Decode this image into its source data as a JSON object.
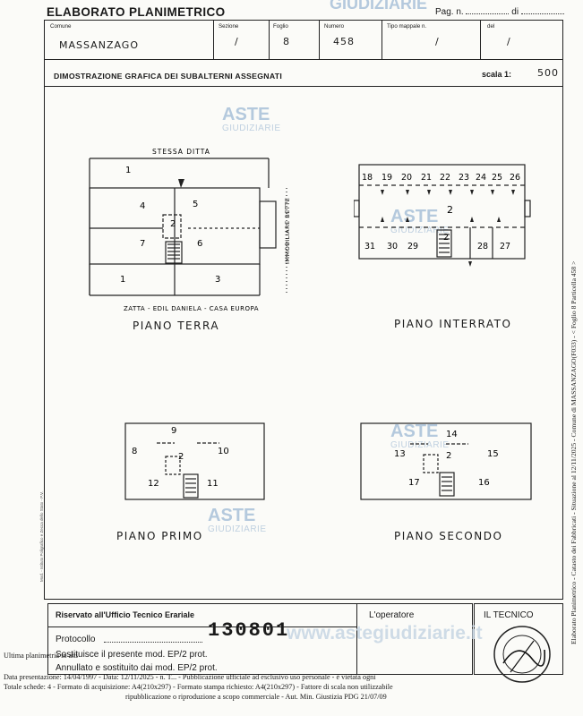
{
  "header": {
    "title": "ELABORATO PLANIMETRICO",
    "pag_label": "Pag. n.",
    "di_label": "di"
  },
  "fields": {
    "comune_label": "Comune",
    "comune_value": "MASSANZAGO",
    "sezione_label": "Sezione",
    "sezione_value": "/",
    "foglio_label": "Foglio",
    "foglio_value": "8",
    "numero_label": "Numero",
    "numero_value": "458",
    "tipo_label": "Tipo mappale n.",
    "tipo_value": "/",
    "del_label": "del",
    "del_value": "/"
  },
  "section": {
    "title": "DIMOSTRAZIONE GRAFICA DEI SUBALTERNI ASSEGNATI",
    "scala_label": "scala 1:",
    "scala_value": "500"
  },
  "watermark": {
    "main": "ASTE",
    "sub": "GIUDIZIARIE"
  },
  "plans": {
    "terra": {
      "label": "PIANO TERRA",
      "top_text": "STESSA DITTA",
      "bottom_text": "ZATTA - EDIL DANIELA - CASA EUROPA",
      "side_text": "IMMOBILIARE BETTE",
      "subs": [
        "1",
        "4",
        "5",
        "2",
        "7",
        "6",
        "1",
        "3"
      ]
    },
    "interrato": {
      "label": "PIANO INTERRATO",
      "top_subs": [
        "18",
        "19",
        "20",
        "21",
        "22",
        "23",
        "24",
        "25",
        "26"
      ],
      "center_sub": "2",
      "bottom_subs": [
        "31",
        "30",
        "29",
        "2",
        "28",
        "27"
      ]
    },
    "primo": {
      "label": "PIANO PRIMO",
      "subs": [
        "9",
        "8",
        "2",
        "10",
        "12",
        "11"
      ]
    },
    "secondo": {
      "label": "PIANO SECONDO",
      "subs": [
        "14",
        "13",
        "2",
        "15",
        "17",
        "16"
      ]
    }
  },
  "side_text": "Elaborato Planimetrico - Catasto dei Fabbricati - Situazione al 12/11/2025 - Comune di MASSANZAGO(F033) - < Foglio 8 Particella 458 >",
  "office": {
    "title": "Riservato all'Ufficio Tecnico Erariale",
    "protocollo": "Protocollo",
    "sostituisce": "Sostituisce il presente mod. EP/2 prot.",
    "annullato": "Annullato e sostituito dai mod. EP/2 prot.",
    "stamp": "130801",
    "operatore": "L'operatore",
    "tecnico": "IL TECNICO",
    "website": "www.astegiudiziarie.it"
  },
  "footer": {
    "line1": "Ultima planimetria in atti",
    "line2": "Data presentazione: 14/04/1997 - Data: 12/11/2025 - n. T... - Pubblicazione ufficiale ad esclusivo uso personale - è vietata ogni",
    "line3": "Totale schede: 4 - Formato di acquisizione: A4(210x297) - Formato stampa richiesto: A4(210x297) - Fattore di scala non utilizzabile",
    "line4": "ripubblicazione o riproduzione a scopo commerciale - Aut. Min. Giustizia PDG 21/07/09"
  },
  "margin_note": "Mod. - Istituto Poligrafico e Zecca dello Stato - P.V."
}
